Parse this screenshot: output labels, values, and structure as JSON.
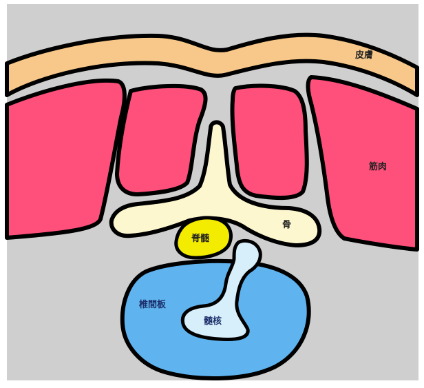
{
  "labels": {
    "skin": "皮膚",
    "muscle": "筋肉",
    "bone": "骨",
    "spinal_cord": "脊髄",
    "intervertebral_disc": "椎間板",
    "nucleus": "髄核"
  },
  "colors": {
    "background": "#cfcfcf",
    "skin": "#f7c88a",
    "muscle": "#ff4f7b",
    "bone": "#fdf7cf",
    "spinal_cord": "#f3eb00",
    "disc": "#5fb4f0",
    "nucleus": "#d7eefb",
    "outline": "#000000"
  }
}
